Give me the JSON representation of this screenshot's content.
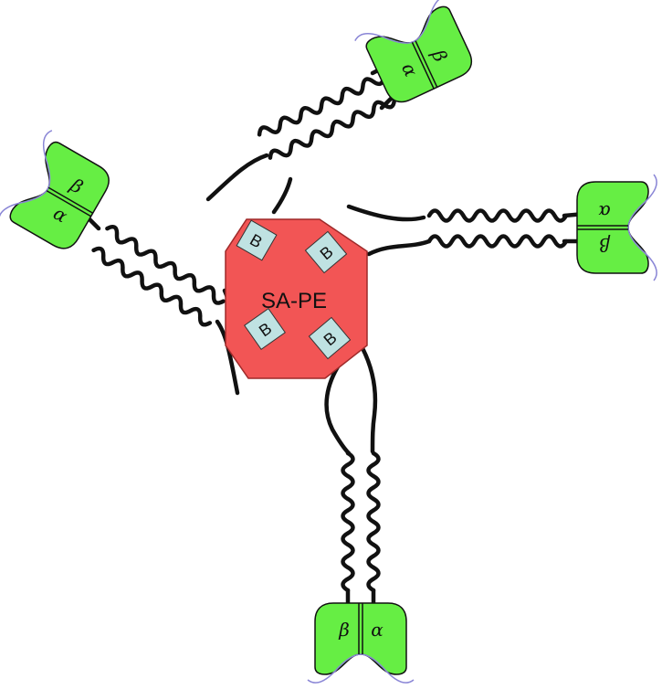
{
  "core": {
    "label": "SA-PE",
    "fill": "#f25555",
    "stroke": "#9e2a2a"
  },
  "biotin": {
    "label": "B",
    "fill": "#bfe2e2",
    "stroke": "#333333"
  },
  "mhc": {
    "alpha_label": "α",
    "beta_label": "β",
    "fill": "#66ee44",
    "stroke": "#111111",
    "peptide_color": "#8a86d6"
  },
  "tether_color": "#111111"
}
